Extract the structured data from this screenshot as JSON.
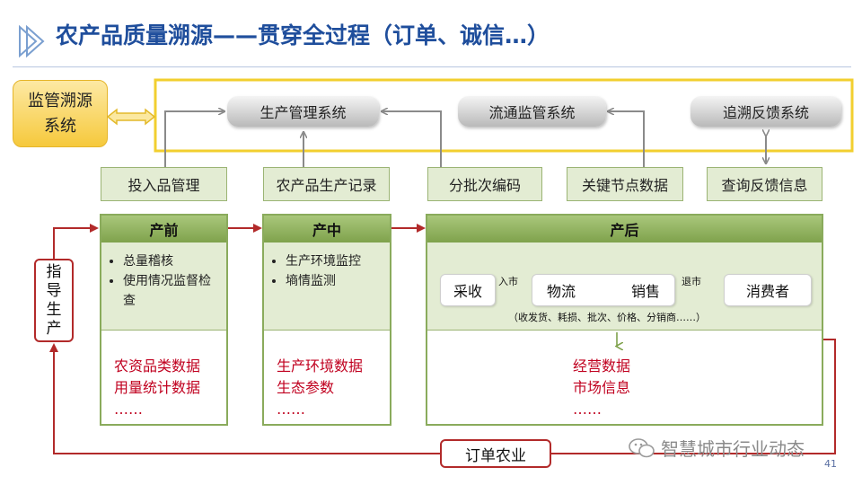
{
  "title": "农产品质量溯源——贯穿全过程（订单、诚信…）",
  "supervision": {
    "line1": "监管溯源",
    "line2": "系统"
  },
  "systems": [
    {
      "label": "生产管理系统"
    },
    {
      "label": "流通监管系统"
    },
    {
      "label": "追溯反馈系统"
    }
  ],
  "sources": [
    {
      "label": "投入品管理"
    },
    {
      "label": "农产品生产记录"
    },
    {
      "label": "分批次编码"
    },
    {
      "label": "关键节点数据"
    },
    {
      "label": "查询反馈信息"
    }
  ],
  "guide": {
    "chars": [
      "指",
      "导",
      "生",
      "产"
    ]
  },
  "stages": {
    "pre": {
      "title": "产前",
      "bullets": [
        "总量稽核",
        "使用情况监督检查"
      ],
      "data": [
        "农资品类数据",
        "用量统计数据",
        "……"
      ]
    },
    "mid": {
      "title": "产中",
      "bullets": [
        "生产环境监控",
        "墒情监测"
      ],
      "data": [
        "生产环境数据",
        "生态参数",
        "……"
      ]
    },
    "post": {
      "title": "产后",
      "flow": {
        "nodes": [
          "采收",
          "物流",
          "销售",
          "消费者"
        ],
        "labels": [
          "入市",
          "退市"
        ],
        "note": "（收发货、耗损、批次、价格、分销商……）"
      },
      "data": [
        "经营数据",
        "市场信息",
        "……"
      ]
    }
  },
  "order": {
    "label": "订单农业"
  },
  "watermark": {
    "text": "智慧城市行业动态"
  },
  "page_number": "41"
}
